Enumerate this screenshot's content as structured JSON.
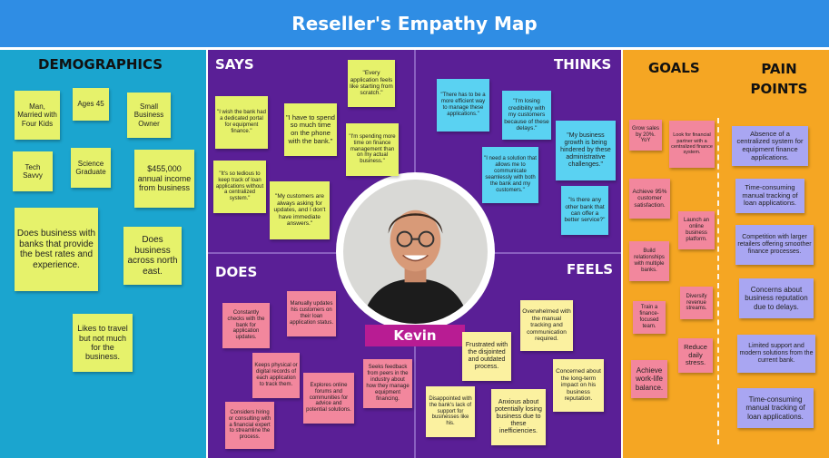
{
  "title": "Reseller's Empathy Map",
  "persona": {
    "name": "Kevin",
    "photo_icon": "person-portrait-icon"
  },
  "colors": {
    "header": "#2f8de4",
    "demographics_bg": "#1ba5cf",
    "center_bg": "#5a1f96",
    "goals_bg": "#f5a623",
    "name_tag": "#b81c93",
    "note_yellow": "#e6f26b",
    "note_cyan": "#5ad2f2",
    "note_pink": "#f2879d",
    "note_cream": "#fbf1a0",
    "note_lavender": "#a9a6f2"
  },
  "demographics": {
    "title": "DEMOGRAPHICS",
    "notes": [
      "Man, Married with Four Kids",
      "Ages 45",
      "Small Business Owner",
      "Tech Savvy",
      "Science Graduate",
      "$455,000 annual income from business",
      "Does business with banks that provide the best rates and experience.",
      "Does business across north east.",
      "Likes to travel but not much for the business."
    ]
  },
  "says": {
    "title": "SAYS",
    "notes": [
      "\"I wish the bank had a dedicated portal for equipment finance.\"",
      "\"I have to spend so much time on the phone with the bank.\"",
      "\"Every application feels like starting from scratch.\"",
      "\"I'm spending more time on finance management than on my actual business.\"",
      "\"It's so tedious to keep track of loan applications without a centralized system.\"",
      "\"My customers are always asking for updates, and I don't have immediate answers.\""
    ]
  },
  "thinks": {
    "title": "THINKS",
    "notes": [
      "\"There has to be a more efficient way to manage these applications.\"",
      "\"I'm losing credibility with my customers because of these delays.\"",
      "\"I need a solution that allows me to communicate seamlessly with both the bank and my customers.\"",
      "\"My business growth is being hindered by these administrative challenges.\"",
      "\"Is there any other bank that can offer a better service?\""
    ]
  },
  "does": {
    "title": "DOES",
    "notes": [
      "Constantly checks with the bank for application updates.",
      "Manually updates his customers on their loan application status.",
      "Keeps physical or digital records of each application to track them.",
      "Considers hiring or consulting with a financial expert to streamline the process.",
      "Explores online forums and communities for advice and potential solutions.",
      "Seeks feedback from peers in the industry about how they manage equipment financing."
    ]
  },
  "feels": {
    "title": "FEELS",
    "notes": [
      "Overwhelmed with the manual tracking and communication required.",
      "Frustrated with the disjointed and outdated process.",
      "Concerned about the long-term impact on his business reputation.",
      "Disappointed with the bank's lack of support for businesses like his.",
      "Anxious about potentially losing business due to these inefficiencies."
    ]
  },
  "goals": {
    "title": "GOALS",
    "notes": [
      "Grow sales by 20%. YoY",
      "Look for financial partner with a centralized finance system.",
      "Achieve 95% customer satisfaction.",
      "Launch an online business platform.",
      "Build relationships with multiple banks.",
      "Diversify revenue streams.",
      "Train a finance-focused team.",
      "Reduce daily stress.",
      "Achieve work-life balance."
    ]
  },
  "pain_points": {
    "title": "PAIN POINTS",
    "notes": [
      "Absence of a centralized system for equipment finance applications.",
      "Time-consuming manual tracking of loan applications.",
      "Competition with larger retailers offering smoother finance processes.",
      "Concerns about business reputation due to delays.",
      "Limited support and modern solutions from the current bank.",
      "Time-consuming manual tracking of loan applications."
    ]
  }
}
